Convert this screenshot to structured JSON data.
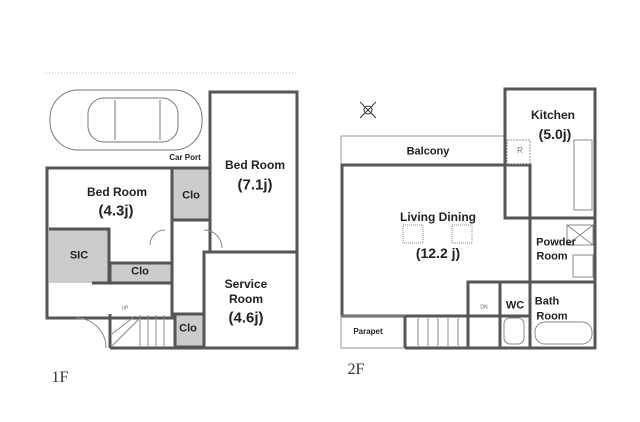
{
  "floors": [
    {
      "label": "1F",
      "car_port": "Car Port",
      "rooms": {
        "bed_room_large": {
          "name": "Bed Room",
          "size": "(7.1j)"
        },
        "bed_room_small": {
          "name": "Bed Room",
          "size": "(4.3j)"
        },
        "closet_1": {
          "name": "Clo"
        },
        "closet_2": {
          "name": "Clo"
        },
        "closet_3": {
          "name": "Clo"
        },
        "sic": {
          "name": "SIC"
        },
        "service_room": {
          "name1": "Service",
          "name2": "Room",
          "size": "(4.6j)"
        }
      },
      "stairs": "UP"
    },
    {
      "label": "2F",
      "rooms": {
        "balcony": {
          "name": "Balcony"
        },
        "kitchen": {
          "name": "Kitchen",
          "size": "(5.0j)"
        },
        "living_dining": {
          "name": "Living Dining",
          "size": "(12.2 j)"
        },
        "powder_room": {
          "name1": "Powder",
          "name2": "Room"
        },
        "wc": {
          "name": "WC"
        },
        "bath_room": {
          "name1": "Bath",
          "name2": "Room"
        },
        "parapet": {
          "name": "Parapet"
        },
        "refrigerator": {
          "name": "R"
        }
      },
      "stairs": "DN"
    }
  ],
  "colors": {
    "wall": "#555555",
    "closet_fill": "#cccccc",
    "line": "#999999"
  }
}
